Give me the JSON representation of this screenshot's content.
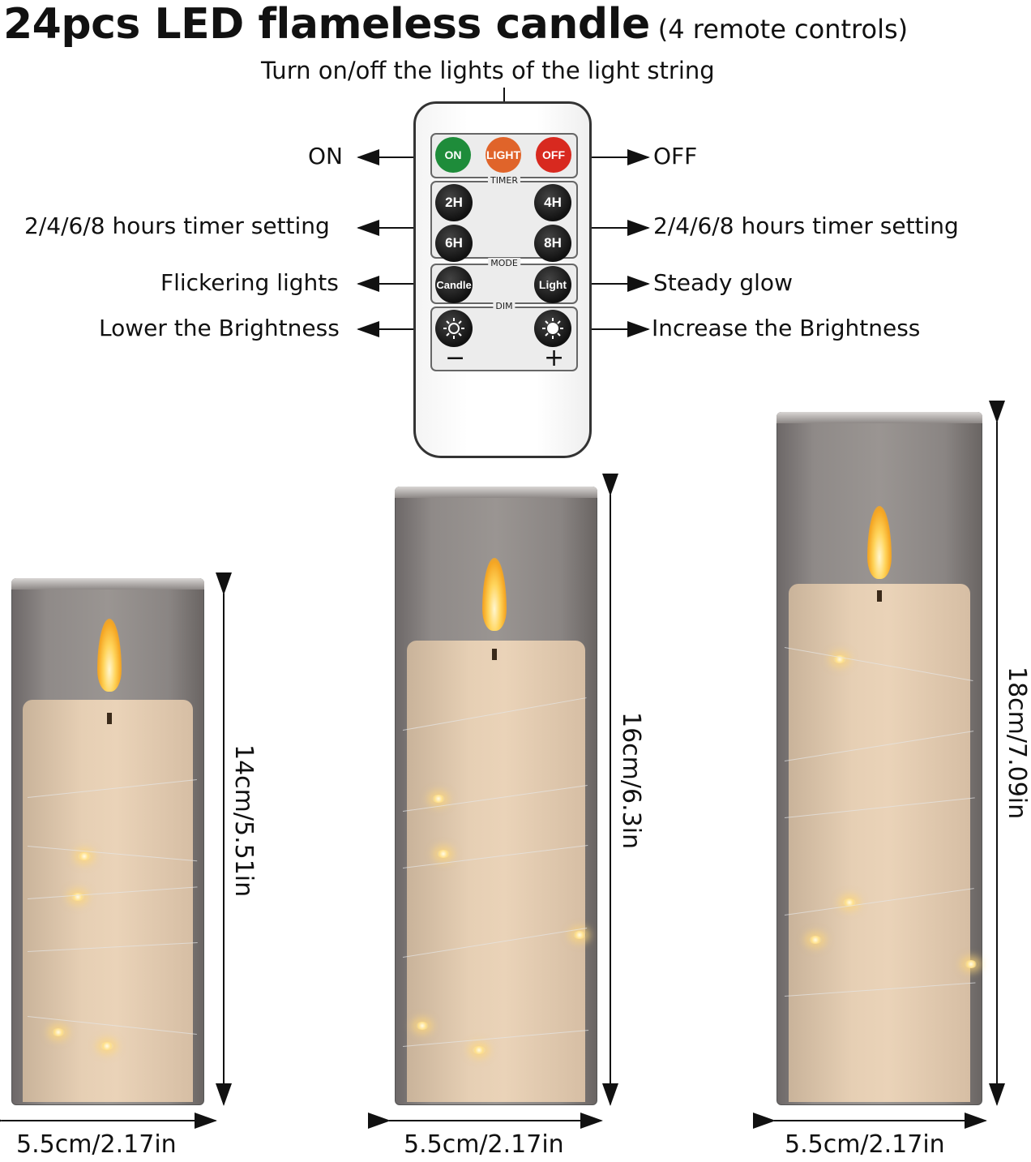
{
  "title": {
    "main": "24pcs  LED flameless candle",
    "sub": "(4 remote controls)"
  },
  "subtitle": "Turn on/off the lights of the light string",
  "labels": {
    "on": "ON",
    "off": "OFF",
    "timer_left": "2/4/6/8 hours timer setting",
    "timer_right": "2/4/6/8 hours timer setting",
    "flicker": "Flickering lights",
    "steady": "Steady glow",
    "lower": "Lower the Brightness",
    "increase": "Increase the Brightness"
  },
  "remote": {
    "buttons": {
      "on": "ON",
      "light": "LIGHT",
      "off": "OFF",
      "h2": "2H",
      "h4": "4H",
      "h6": "6H",
      "h8": "8H",
      "candle": "Candle",
      "light_mode": "Light"
    },
    "sections": {
      "timer": "TIMER",
      "mode": "MODE",
      "dim": "DIM"
    },
    "minus": "−",
    "plus": "+",
    "colors": {
      "on": "#1e8c3a",
      "light": "#e0642a",
      "off": "#d8291f"
    }
  },
  "candles": [
    {
      "height_label": "14cm/5.51in",
      "width_label": "5.5cm/2.17in"
    },
    {
      "height_label": "16cm/6.3in",
      "width_label": "5.5cm/2.17in"
    },
    {
      "height_label": "18cm/7.09in",
      "width_label": "5.5cm/2.17in"
    }
  ]
}
